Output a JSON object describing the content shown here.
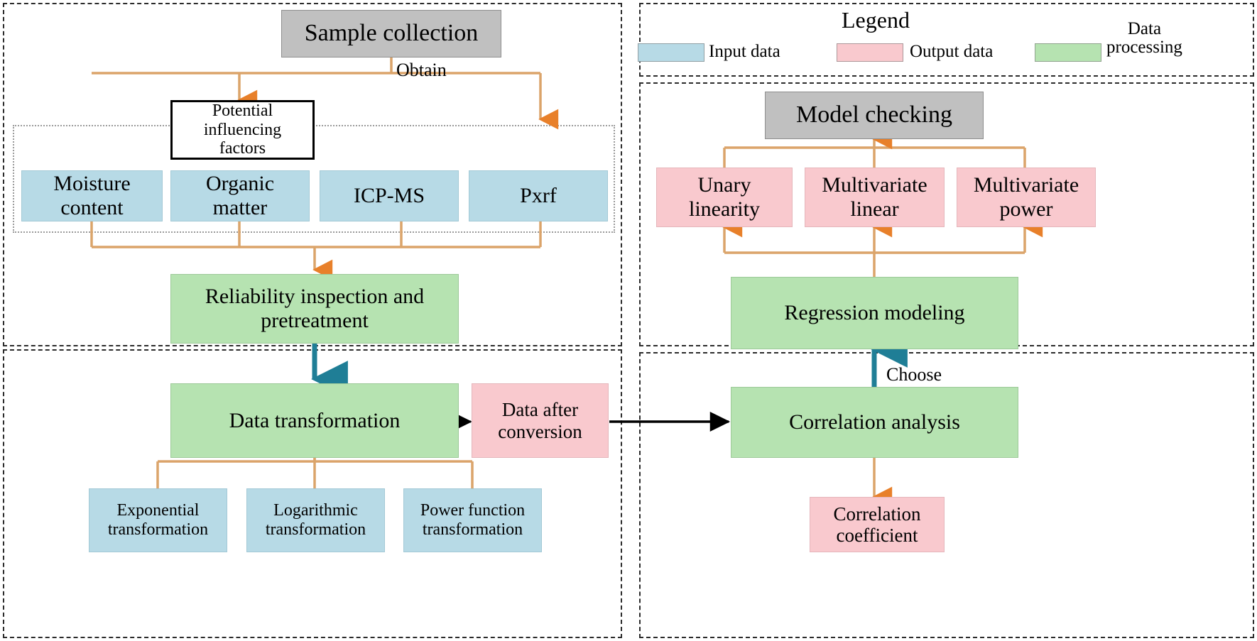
{
  "legend": {
    "title": "Legend",
    "items": [
      {
        "label": "Input data",
        "color": "#b7dae6"
      },
      {
        "label": "Output data",
        "color": "#f9c9ce"
      },
      {
        "label": "Data\nprocessing",
        "color": "#b6e3b1"
      }
    ]
  },
  "nodes": {
    "sample_collection": "Sample collection",
    "potential_factors": "Potential\ninfluencing\nfactors",
    "moisture_content": "Moisture\ncontent",
    "organic_matter": "Organic\nmatter",
    "icp_ms": "ICP-MS",
    "pxrf": "Pxrf",
    "reliability": "Reliability inspection and\npretreatment",
    "data_transformation": "Data transformation",
    "data_after_conversion": "Data after\nconversion",
    "exponential": "Exponential\ntransformation",
    "logarithmic": "Logarithmic\ntransformation",
    "power_function": "Power function\ntransformation",
    "model_checking": "Model checking",
    "unary_linearity": "Unary\nlinearity",
    "multivariate_linear": "Multivariate\nlinear",
    "multivariate_power": "Multivariate\npower",
    "regression_modeling": "Regression modeling",
    "correlation_analysis": "Correlation analysis",
    "correlation_coefficient": "Correlation\ncoefficient"
  },
  "edge_labels": {
    "obtain": "Obtain",
    "choose": "Choose"
  },
  "colors": {
    "input": "#b7dae6",
    "output": "#f9c9ce",
    "process": "#b6e3b1",
    "terminal": "#c0c0c0",
    "orange": "#e8922a",
    "orange_line": "#dba46a",
    "teal": "#1f7e96",
    "black": "#000000"
  }
}
